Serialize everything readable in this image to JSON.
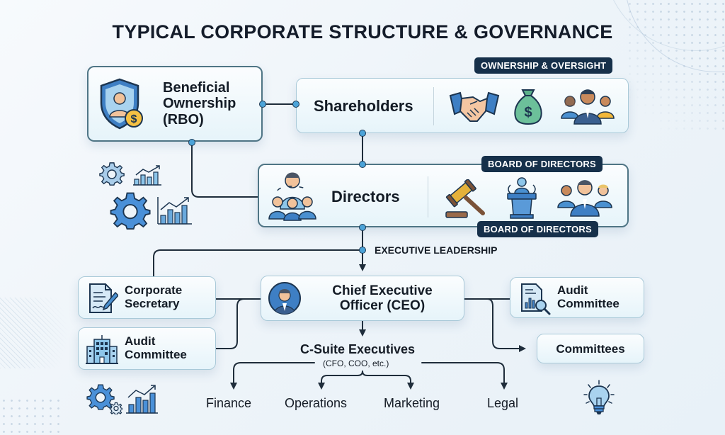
{
  "title": "TYPICAL CORPORATE STRUCTURE & GOVERNANCE",
  "nodes": {
    "beneficial_ownership": {
      "line1": "Beneficial",
      "line2": "Ownership",
      "line3": "(RBO)"
    },
    "shareholders": {
      "label": "Shareholders",
      "tag": "OWNERSHIP & OVERSIGHT"
    },
    "directors": {
      "label": "Directors",
      "tag_top": "BOARD OF DIRECTORS",
      "tag_bottom": "BOARD OF DIRECTORS"
    },
    "executive_leadership": {
      "label": "EXECUTIVE LEADERSHIP"
    },
    "corporate_secretary": {
      "line1": "Corporate",
      "line2": "Secretary"
    },
    "audit_committee_left": {
      "line1": "Audit",
      "line2": "Committee"
    },
    "ceo": {
      "line1": "Chief Executive",
      "line2": "Officer (CEO)"
    },
    "audit_committee_right": {
      "line1": "Audit",
      "line2": "Committee"
    },
    "committees": {
      "label": "Committees"
    },
    "c_suite": {
      "label": "C-Suite Executives",
      "sublabel": "(CFO, COO, etc.)"
    }
  },
  "departments": [
    "Finance",
    "Operations",
    "Marketing",
    "Legal"
  ],
  "icons": {
    "beneficial_ownership": "shield-person-dollar-icon",
    "shareholders": [
      "handshake-icon",
      "money-bag-icon",
      "group-people-icon"
    ],
    "directors": [
      "team-leader-icon",
      "gavel-icon",
      "podium-icon",
      "board-group-icon"
    ],
    "corporate_secretary": "document-signature-icon",
    "audit_committee_left": "office-building-icon",
    "ceo": "executive-avatar-icon",
    "audit_committee_right": "report-magnifier-icon",
    "decorations": [
      "gear-icon",
      "bar-chart-icon",
      "lightbulb-icon"
    ]
  },
  "colors": {
    "tag_background": "#16304a",
    "accent_blue": "#4ca3d8",
    "card_border": "#a9c9d8",
    "connector": "#1f2d3b"
  }
}
